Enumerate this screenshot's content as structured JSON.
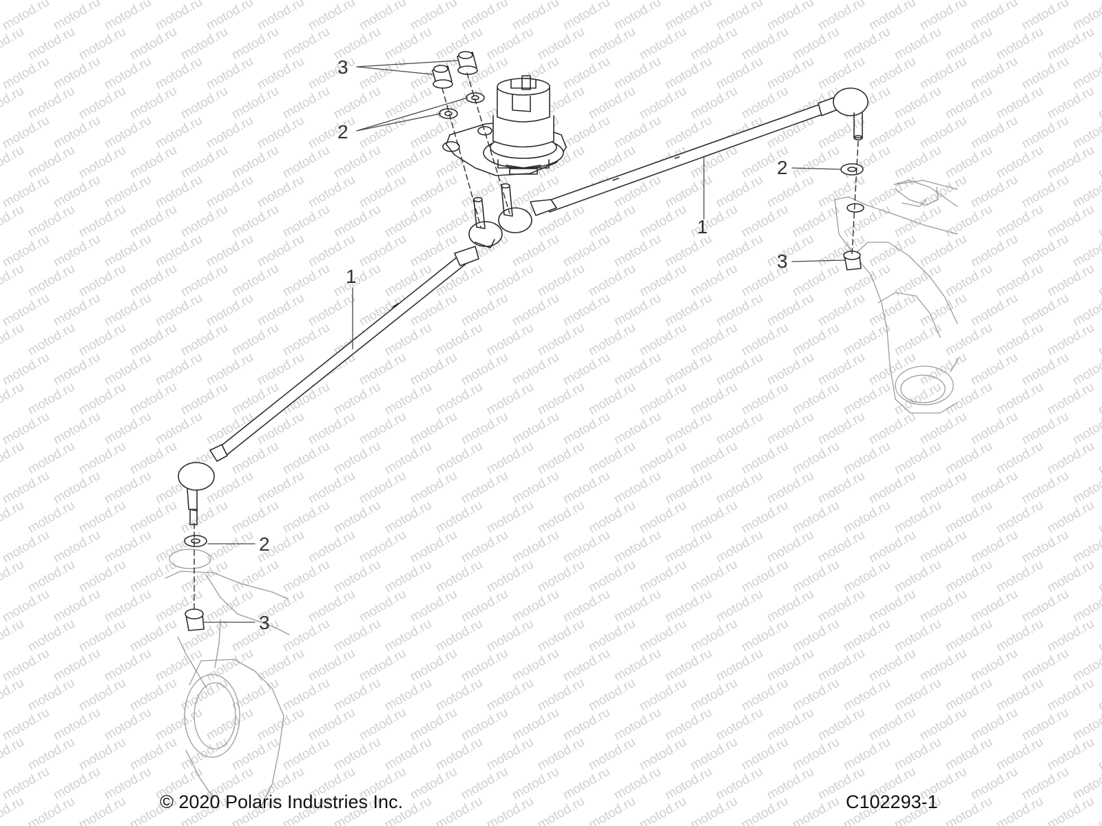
{
  "watermark": {
    "text": "motod.ru"
  },
  "callouts": [
    {
      "id": "c3-top",
      "number": "3"
    },
    {
      "id": "c2-top",
      "number": "2"
    },
    {
      "id": "c1-right",
      "number": "1"
    },
    {
      "id": "c2-right",
      "number": "2"
    },
    {
      "id": "c3-right",
      "number": "3"
    },
    {
      "id": "c1-left",
      "number": "1"
    },
    {
      "id": "c2-bottom",
      "number": "2"
    },
    {
      "id": "c3-bottom",
      "number": "3"
    }
  ],
  "footer": {
    "copyright": "© 2020 Polaris Industries Inc.",
    "diagram_code": "C102293-1"
  },
  "colors": {
    "line": "#2a2a2a",
    "faint_line": "#9a9a9a",
    "watermark": "#cfcfcf",
    "callout": "#333333"
  }
}
